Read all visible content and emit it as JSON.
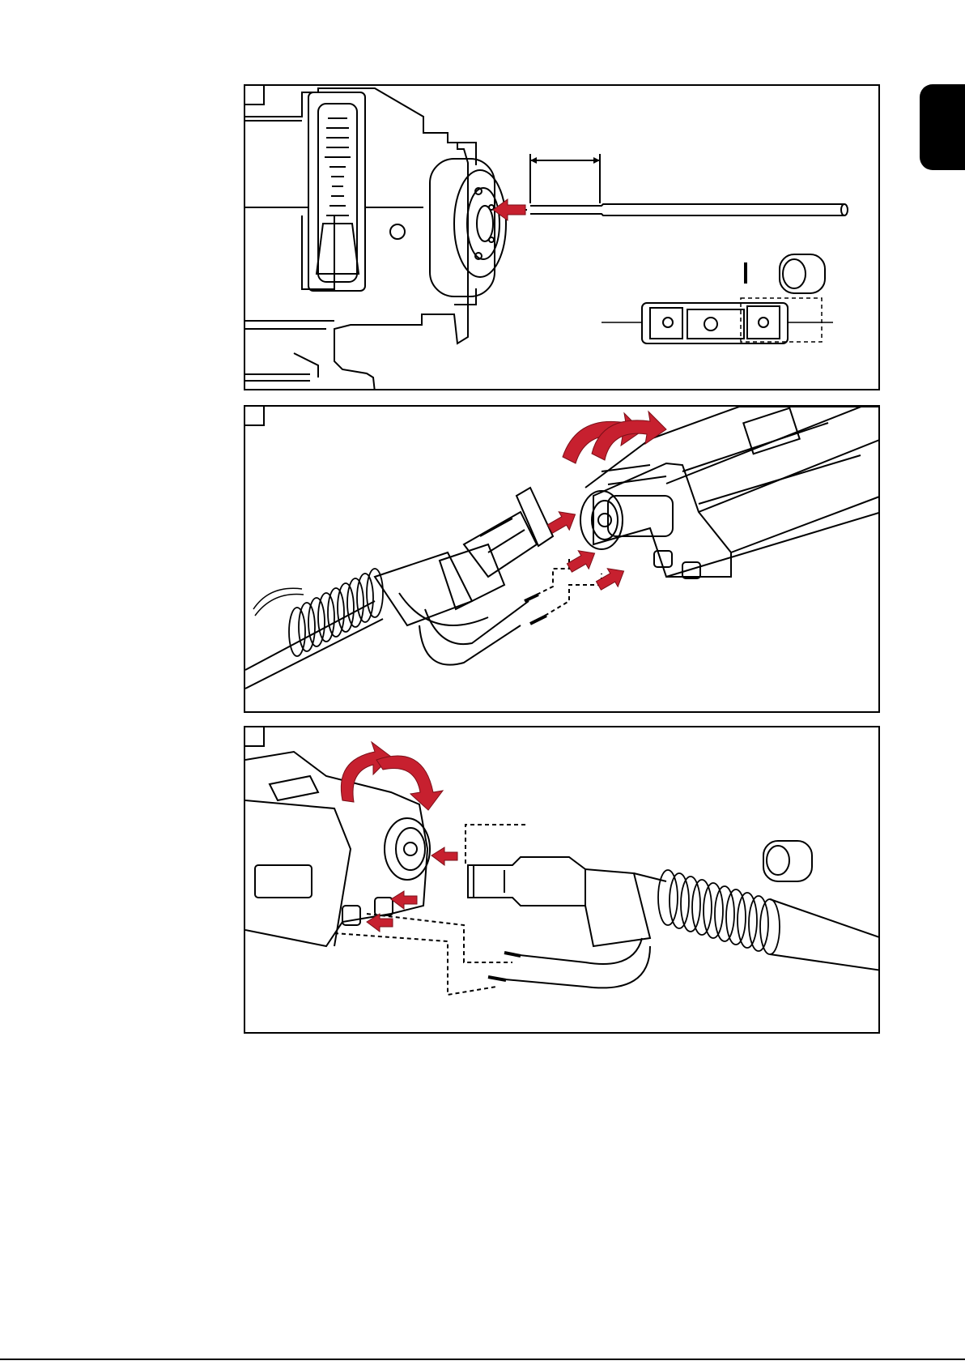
{
  "page": {
    "number": "",
    "paper_color": "#ffffff",
    "ink_color": "#000000"
  },
  "accent_color": "#c7202f",
  "language_tab": {
    "label": ""
  },
  "figures": [
    {
      "step": "",
      "content": "wire-liner-insertion-illustration"
    },
    {
      "step": "",
      "content": "torch-hosepack-connection-illustration"
    },
    {
      "step": "",
      "content": "torch-hosepack-connection-mirrored-illustration"
    }
  ]
}
